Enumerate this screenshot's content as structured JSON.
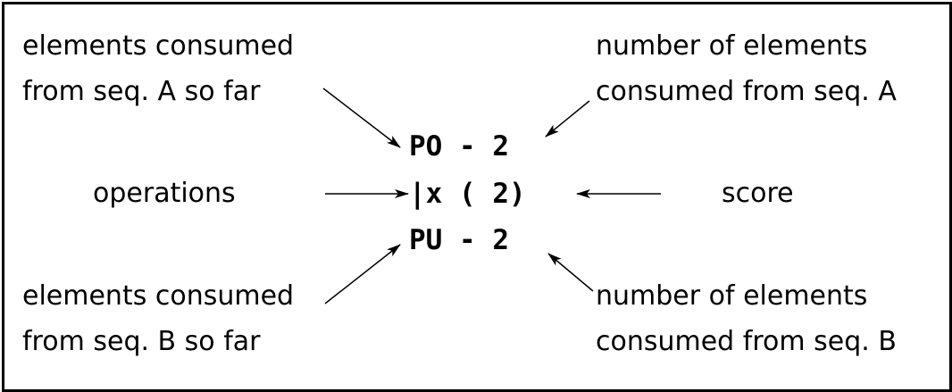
{
  "annotations": {
    "top_left": [
      "elements consumed",
      "from seq. A so far"
    ],
    "top_right": [
      "number of elements",
      "consumed from seq. A"
    ],
    "middle_left": "operations",
    "middle_right": "score",
    "bottom_left": [
      "elements consumed",
      "from seq. B so far"
    ],
    "bottom_right": [
      "number of elements",
      "consumed from seq. B"
    ]
  },
  "code": {
    "line1": "PO - 2",
    "line2": "|x ( 2)",
    "line3": "PU - 2"
  }
}
